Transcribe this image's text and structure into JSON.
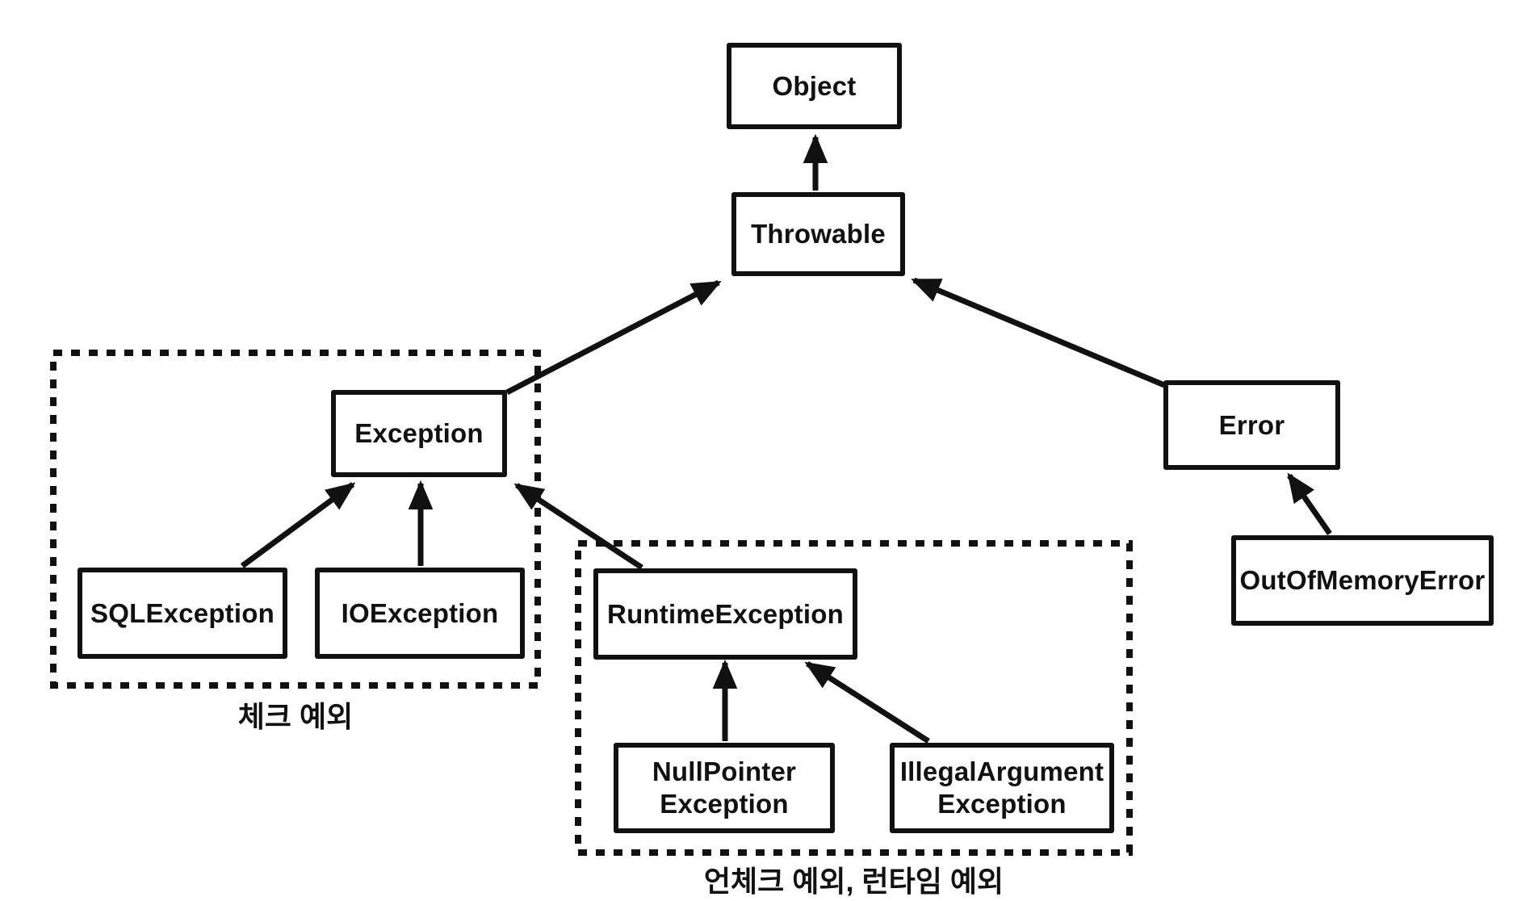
{
  "nodes": {
    "object": {
      "label": "Object"
    },
    "throwable": {
      "label": "Throwable"
    },
    "exception": {
      "label": "Exception"
    },
    "error": {
      "label": "Error"
    },
    "sql_exception": {
      "label": "SQLException"
    },
    "io_exception": {
      "label": "IOException"
    },
    "runtime_exception": {
      "label": "RuntimeException"
    },
    "null_pointer_exception": {
      "lines": [
        "NullPointer",
        "Exception"
      ]
    },
    "illegal_argument_exception": {
      "lines": [
        "IllegalArgument",
        "Exception"
      ]
    },
    "out_of_memory_error": {
      "label": "OutOfMemoryError"
    }
  },
  "groups": {
    "checked": {
      "caption": "체크 예외"
    },
    "unchecked": {
      "caption": "언체크 예외, 런타임 예외"
    }
  },
  "edges": [
    {
      "from": "Throwable",
      "to": "Object"
    },
    {
      "from": "Exception",
      "to": "Throwable"
    },
    {
      "from": "Error",
      "to": "Throwable"
    },
    {
      "from": "SQLException",
      "to": "Exception"
    },
    {
      "from": "IOException",
      "to": "Exception"
    },
    {
      "from": "RuntimeException",
      "to": "Exception"
    },
    {
      "from": "NullPointerException",
      "to": "RuntimeException"
    },
    {
      "from": "IllegalArgumentException",
      "to": "RuntimeException"
    },
    {
      "from": "OutOfMemoryError",
      "to": "Error"
    }
  ],
  "colors": {
    "stroke": "#111111",
    "background": "#ffffff"
  }
}
